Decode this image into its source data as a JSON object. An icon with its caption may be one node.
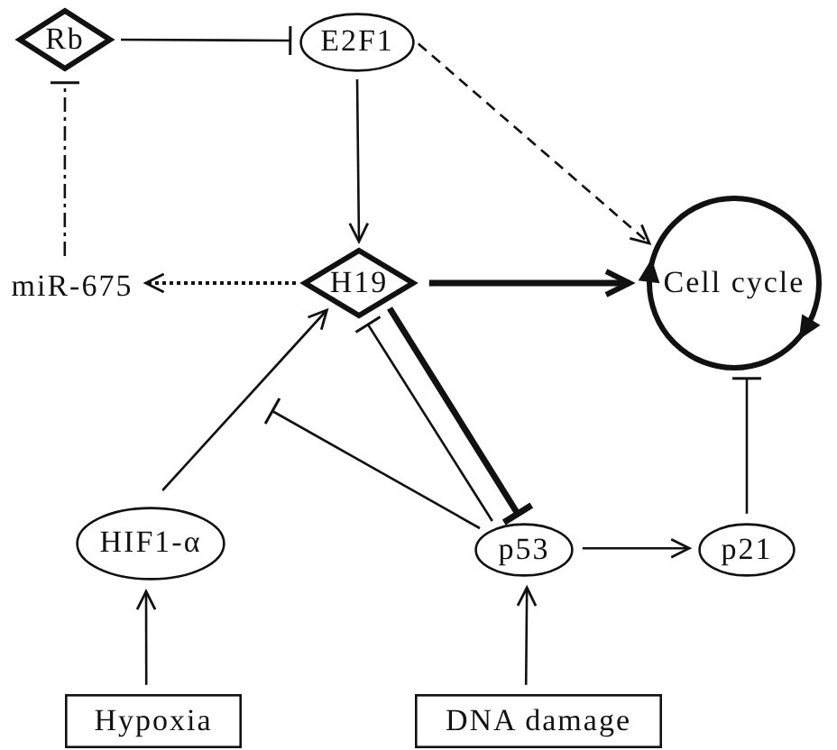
{
  "diagram": {
    "nodes": [
      {
        "text": [
          "Rb"
        ]
      },
      {
        "text": [
          "E2F1"
        ]
      },
      {
        "text": [
          "H19"
        ]
      },
      {
        "text": [
          "miR-675"
        ]
      },
      {
        "text": [
          "Cell cycle"
        ]
      },
      {
        "text": [
          "HIF1-α"
        ]
      },
      {
        "text": [
          "p53"
        ]
      },
      {
        "text": [
          "p21"
        ]
      },
      {
        "text": [
          "Hypoxia"
        ]
      },
      {
        "text": [
          "DNA damage"
        ]
      }
    ],
    "edges": [
      {
        "from": 0,
        "to": 1,
        "arrow": "other"
      },
      {
        "from": 3,
        "to": 0,
        "arrow": "other",
        "style": "dashed"
      },
      {
        "from": 1,
        "to": 2,
        "arrow": "to"
      },
      {
        "from": 1,
        "to": 4,
        "arrow": "to",
        "style": "dashed"
      },
      {
        "from": 2,
        "to": 3,
        "arrow": "to",
        "style": "dashed"
      },
      {
        "from": 2,
        "to": 4,
        "arrow": "to",
        "style": "thick"
      },
      {
        "from": 2,
        "to": 6,
        "arrow": "other",
        "style": "thick"
      },
      {
        "from": 6,
        "to": 2,
        "arrow": "other"
      },
      {
        "from": 5,
        "to": 2,
        "arrow": "to"
      },
      {
        "from": 6,
        "to": null,
        "arrow": "other"
      },
      {
        "from": 8,
        "to": 5,
        "arrow": "to"
      },
      {
        "from": 9,
        "to": 6,
        "arrow": "to"
      },
      {
        "from": 6,
        "to": 7,
        "arrow": "to"
      },
      {
        "from": 7,
        "to": 4,
        "arrow": "other"
      }
    ]
  }
}
